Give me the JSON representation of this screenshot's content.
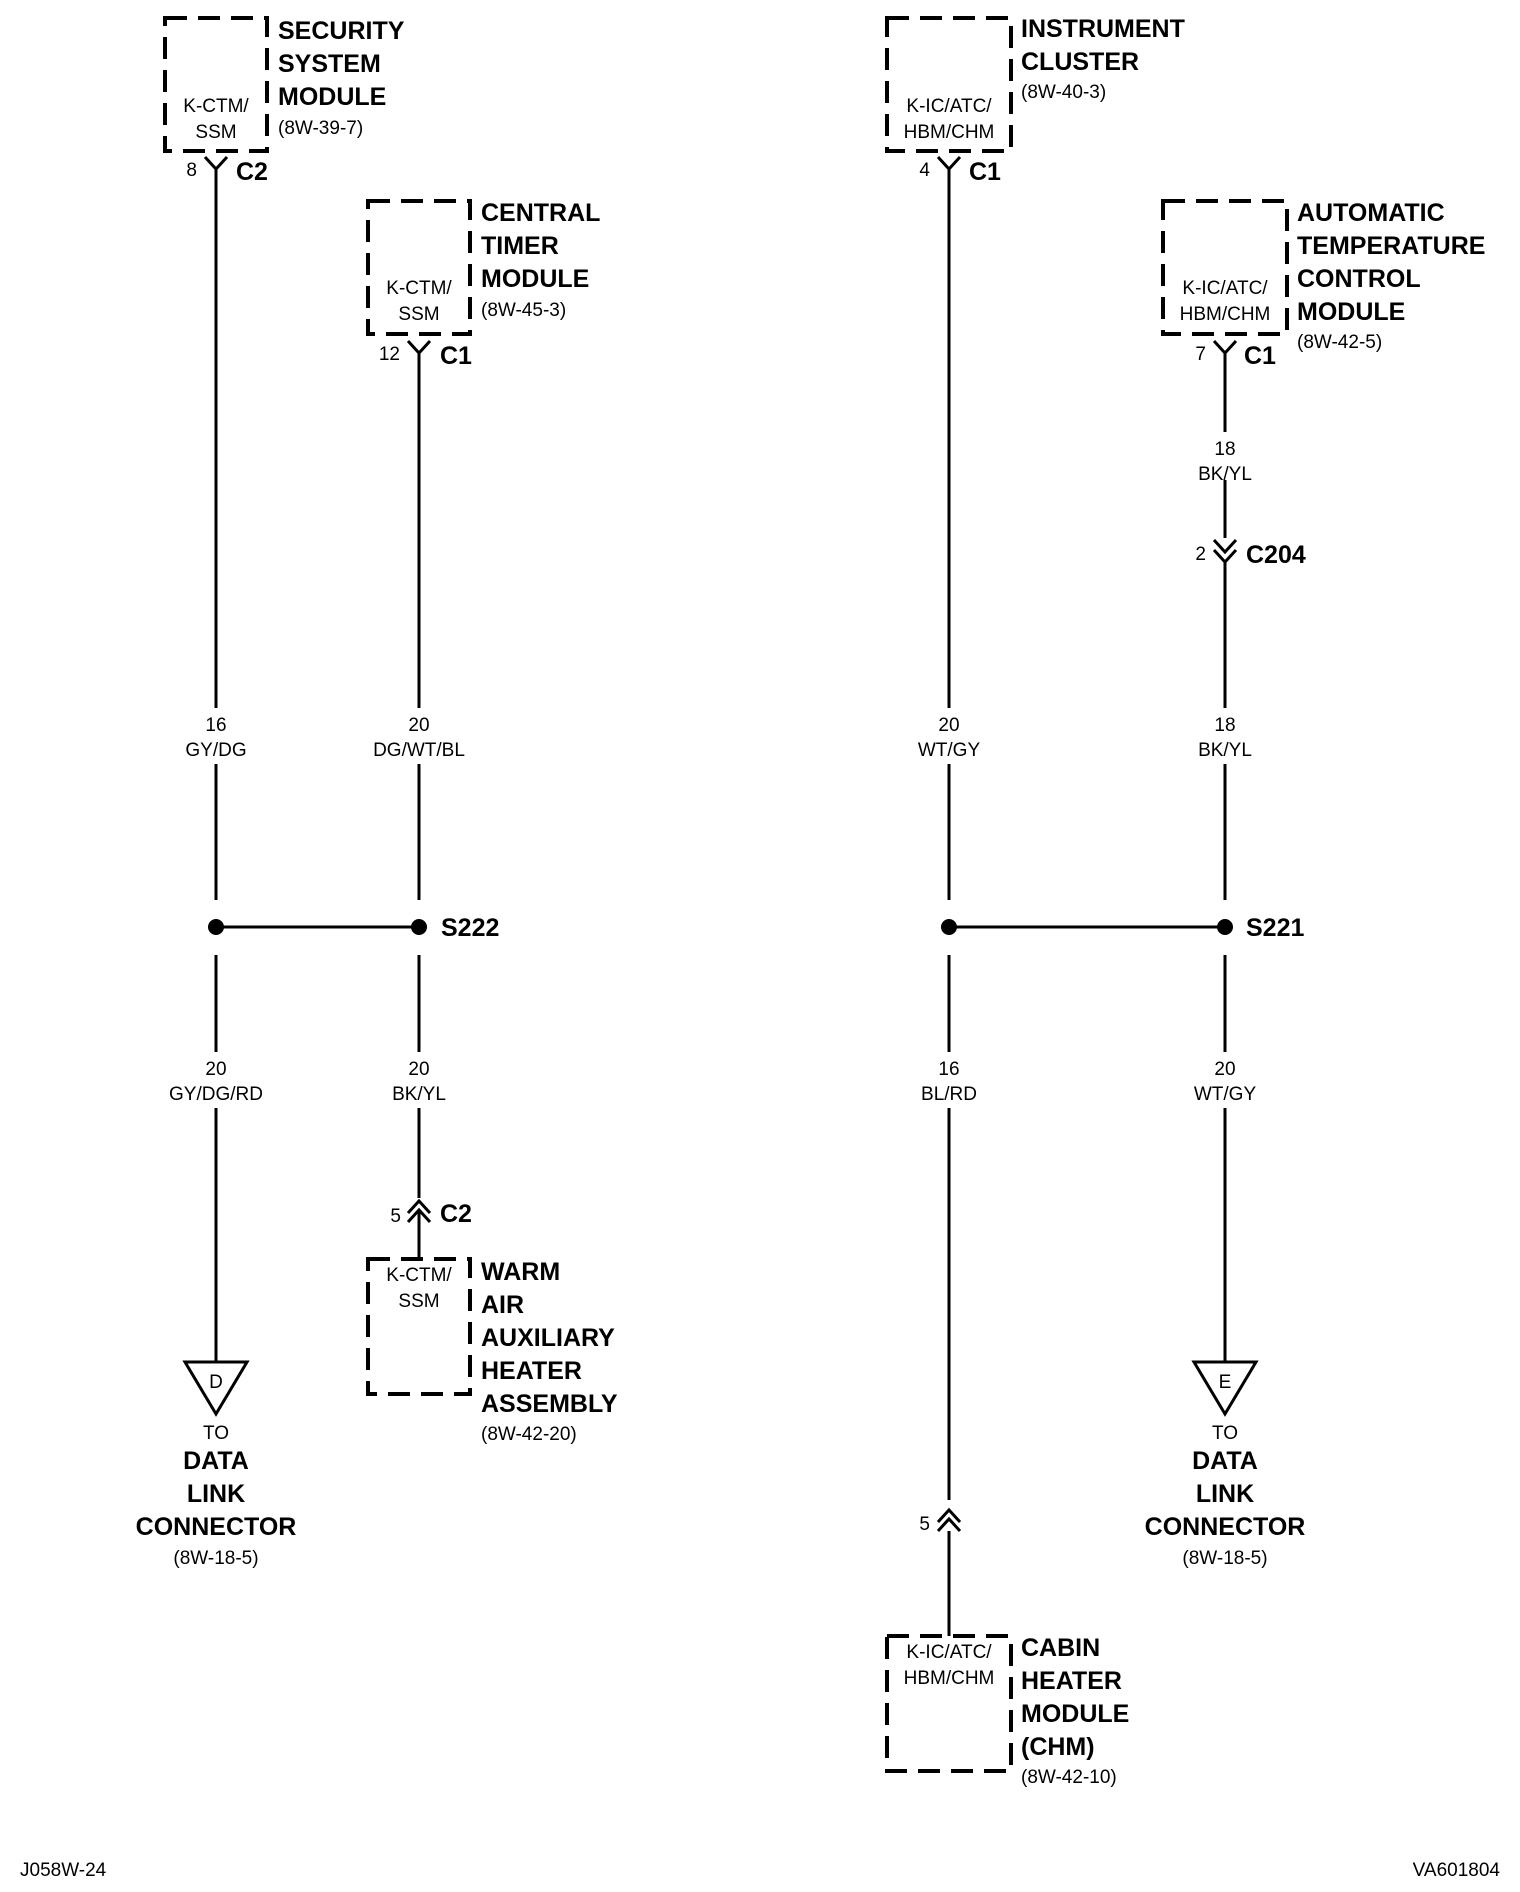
{
  "modules": {
    "security_system": {
      "box_text": [
        "K-CTM/",
        "SSM"
      ],
      "name": [
        "SECURITY",
        "SYSTEM",
        "MODULE"
      ],
      "ref": "(8W-39-7)",
      "pin": "8",
      "connector": "C2"
    },
    "central_timer": {
      "box_text": [
        "K-CTM/",
        "SSM"
      ],
      "name": [
        "CENTRAL",
        "TIMER",
        "MODULE"
      ],
      "ref": "(8W-45-3)",
      "pin": "12",
      "connector": "C1"
    },
    "warm_air_heater": {
      "box_text": [
        "K-CTM/",
        "SSM"
      ],
      "name": [
        "WARM",
        "AIR",
        "AUXILIARY",
        "HEATER",
        "ASSEMBLY"
      ],
      "ref": "(8W-42-20)",
      "pin": "5",
      "connector": "C2"
    },
    "instrument_cluster": {
      "box_text": [
        "K-IC/ATC/",
        "HBM/CHM"
      ],
      "name": [
        "INSTRUMENT",
        "CLUSTER"
      ],
      "ref": "(8W-40-3)",
      "pin": "4",
      "connector": "C1"
    },
    "atc_module": {
      "box_text": [
        "K-IC/ATC/",
        "HBM/CHM"
      ],
      "name": [
        "AUTOMATIC",
        "TEMPERATURE",
        "CONTROL",
        "MODULE"
      ],
      "ref": "(8W-42-5)",
      "pin": "7",
      "connector": "C1"
    },
    "cabin_heater": {
      "box_text": [
        "K-IC/ATC/",
        "HBM/CHM"
      ],
      "name": [
        "CABIN",
        "HEATER",
        "MODULE",
        "(CHM)"
      ],
      "ref": "(8W-42-10)",
      "pin": "5"
    }
  },
  "wires": {
    "w1": {
      "gauge": "16",
      "color": "GY/DG"
    },
    "w2": {
      "gauge": "20",
      "color": "DG/WT/BL"
    },
    "w3": {
      "gauge": "20",
      "color": "GY/DG/RD"
    },
    "w4": {
      "gauge": "20",
      "color": "BK/YL"
    },
    "w5": {
      "gauge": "20",
      "color": "WT/GY"
    },
    "w6": {
      "gauge": "18",
      "color": "BK/YL"
    },
    "w7": {
      "gauge": "18",
      "color": "BK/YL"
    },
    "w8": {
      "gauge": "16",
      "color": "BL/RD"
    },
    "w9": {
      "gauge": "20",
      "color": "WT/GY"
    }
  },
  "splices": {
    "left": "S222",
    "right": "S221"
  },
  "inline_connector": {
    "pin": "2",
    "name": "C204"
  },
  "connector_refs": {
    "d": {
      "letter": "D",
      "to": "TO",
      "dest": [
        "DATA",
        "LINK",
        "CONNECTOR"
      ],
      "ref": "(8W-18-5)"
    },
    "e": {
      "letter": "E",
      "to": "TO",
      "dest": [
        "DATA",
        "LINK",
        "CONNECTOR"
      ],
      "ref": "(8W-18-5)"
    }
  },
  "footer": {
    "left": "J058W-24",
    "right": "VA601804"
  }
}
